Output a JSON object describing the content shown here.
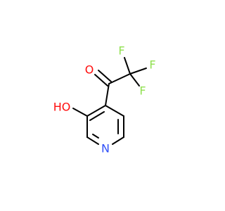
{
  "molecule": {
    "atoms": {
      "oxygen_carbonyl": {
        "symbol": "O",
        "color": "#ff0d0d"
      },
      "fluorine_top": {
        "symbol": "F",
        "color": "#90e050"
      },
      "fluorine_right": {
        "symbol": "F",
        "color": "#90e050"
      },
      "fluorine_bottom": {
        "symbol": "F",
        "color": "#90e050"
      },
      "hydroxyl": {
        "symbol": "HO",
        "color": "#ff0d0d"
      },
      "nitrogen": {
        "symbol": "N",
        "color": "#3050f8"
      }
    },
    "bond_color": "#000000"
  }
}
